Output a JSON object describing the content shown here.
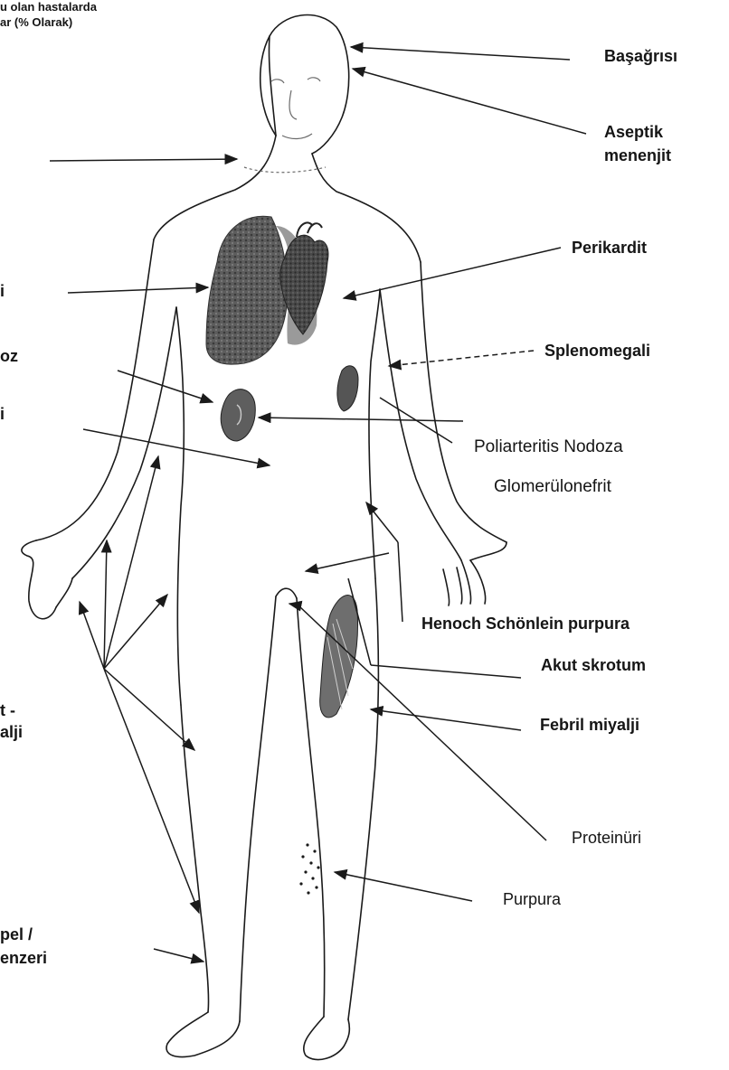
{
  "header": {
    "line1": "u olan hastalarda",
    "line2": "ar (% Olarak)"
  },
  "right_labels": {
    "basagrisi": "Başağrısı",
    "aseptik_1": "Aseptik",
    "aseptik_2": "menenjit",
    "perikardit": "Perikardit",
    "splenomegali": "Splenomegali",
    "poliarteritis": "Poliarteritis Nodoza",
    "glomerulonefrit": "Glomerülonefrit",
    "henoch": "Henoch Schönlein purpura",
    "akut_skrotum": "Akut skrotum",
    "febril": "Febril miyalji",
    "proteinuri": "Proteinüri",
    "purpura": "Purpura"
  },
  "left_fragments": {
    "f1": "i",
    "f2": "oz",
    "f3": "i",
    "f4": "t -",
    "f5": "alji",
    "f6": "pel /",
    "f7": "enzeri"
  },
  "colors": {
    "ink": "#1a1a1a",
    "organ_dark": "#444444",
    "organ_mid": "#777777",
    "organ_light": "#9a9a9a"
  }
}
